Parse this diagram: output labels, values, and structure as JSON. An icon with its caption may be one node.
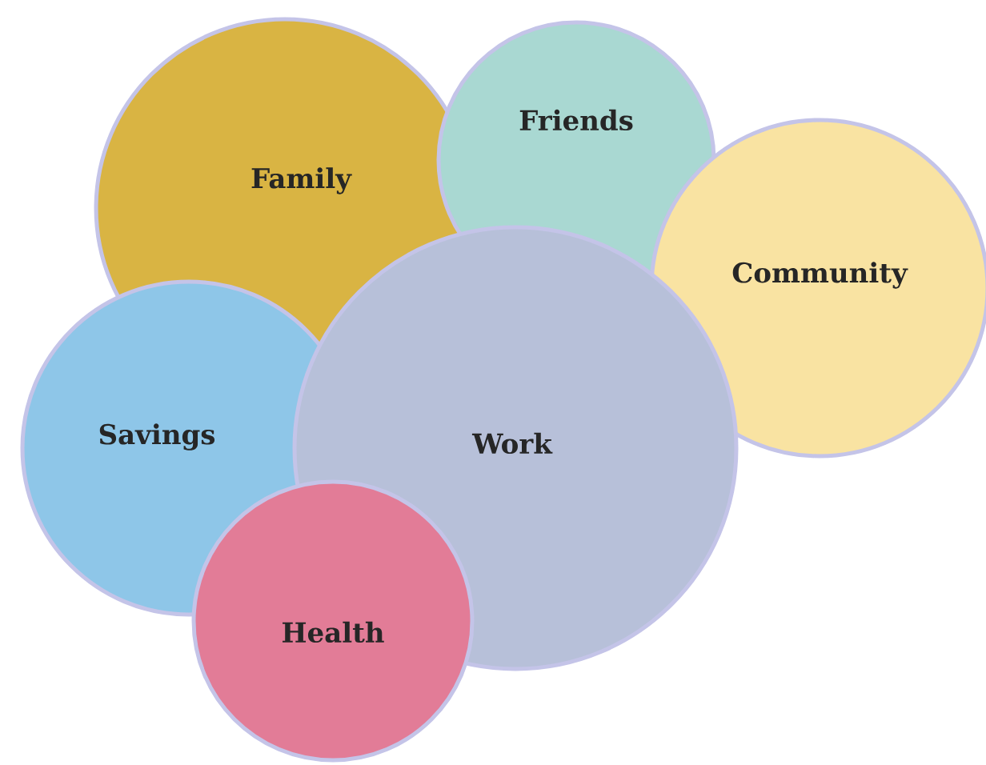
{
  "diagram": {
    "nodes": [
      {
        "text": [
          "Family"
        ]
      },
      {
        "text": [
          "Friends"
        ]
      },
      {
        "text": [
          "Community"
        ]
      },
      {
        "text": [
          "Savings"
        ]
      },
      {
        "text": [
          "Work"
        ]
      },
      {
        "text": [
          "Health"
        ]
      }
    ]
  }
}
